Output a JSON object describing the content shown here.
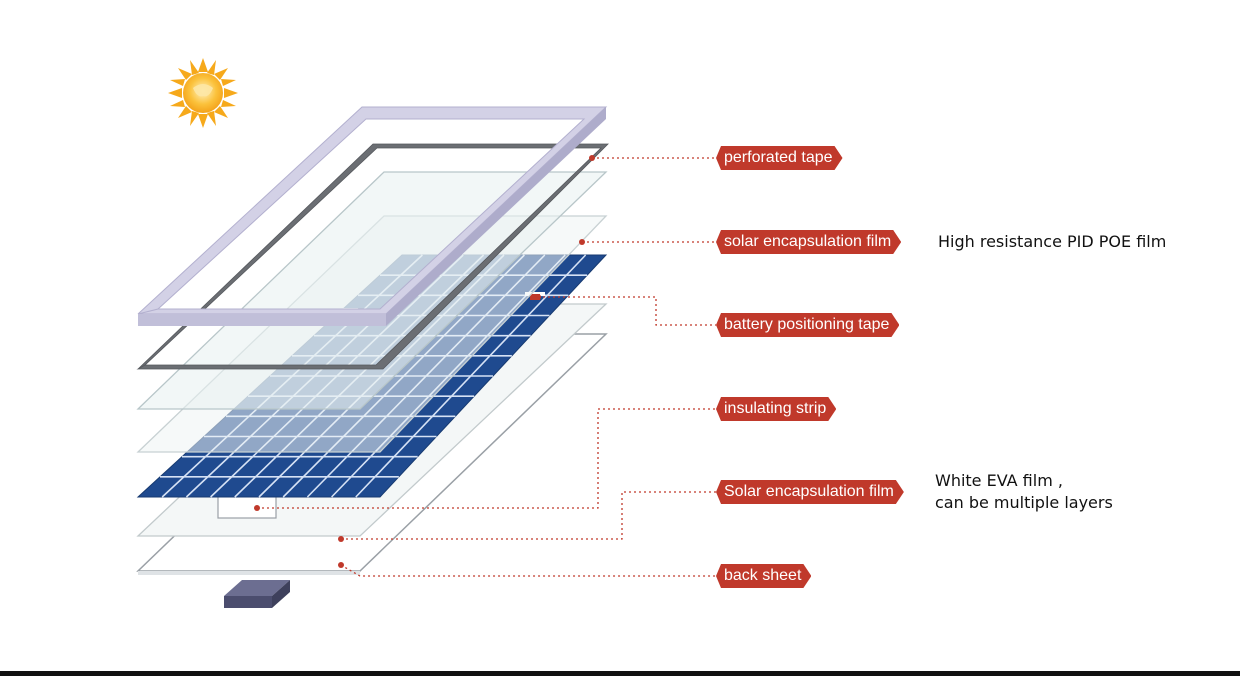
{
  "labels": {
    "perforated_tape": "perforated tape",
    "solar_film_top": "solar encapsulation film",
    "battery_tape": "battery positioning tape",
    "insulating_strip": "insulating strip",
    "solar_film_bottom": "Solar encapsulation film",
    "back_sheet": "back sheet"
  },
  "descriptions": {
    "top_film": "High resistance PID POE film",
    "bottom_film_line1": "White EVA film ,",
    "bottom_film_line2": "can be multiple layers"
  },
  "colors": {
    "tag": "#c0392b",
    "leader": "#c0392b",
    "frame": "#cfcde3",
    "cell": "#1f4a8f",
    "sun": "#f6a91b"
  },
  "icons": {
    "sun": "sun-icon",
    "junction_box": "junction-box-icon"
  }
}
